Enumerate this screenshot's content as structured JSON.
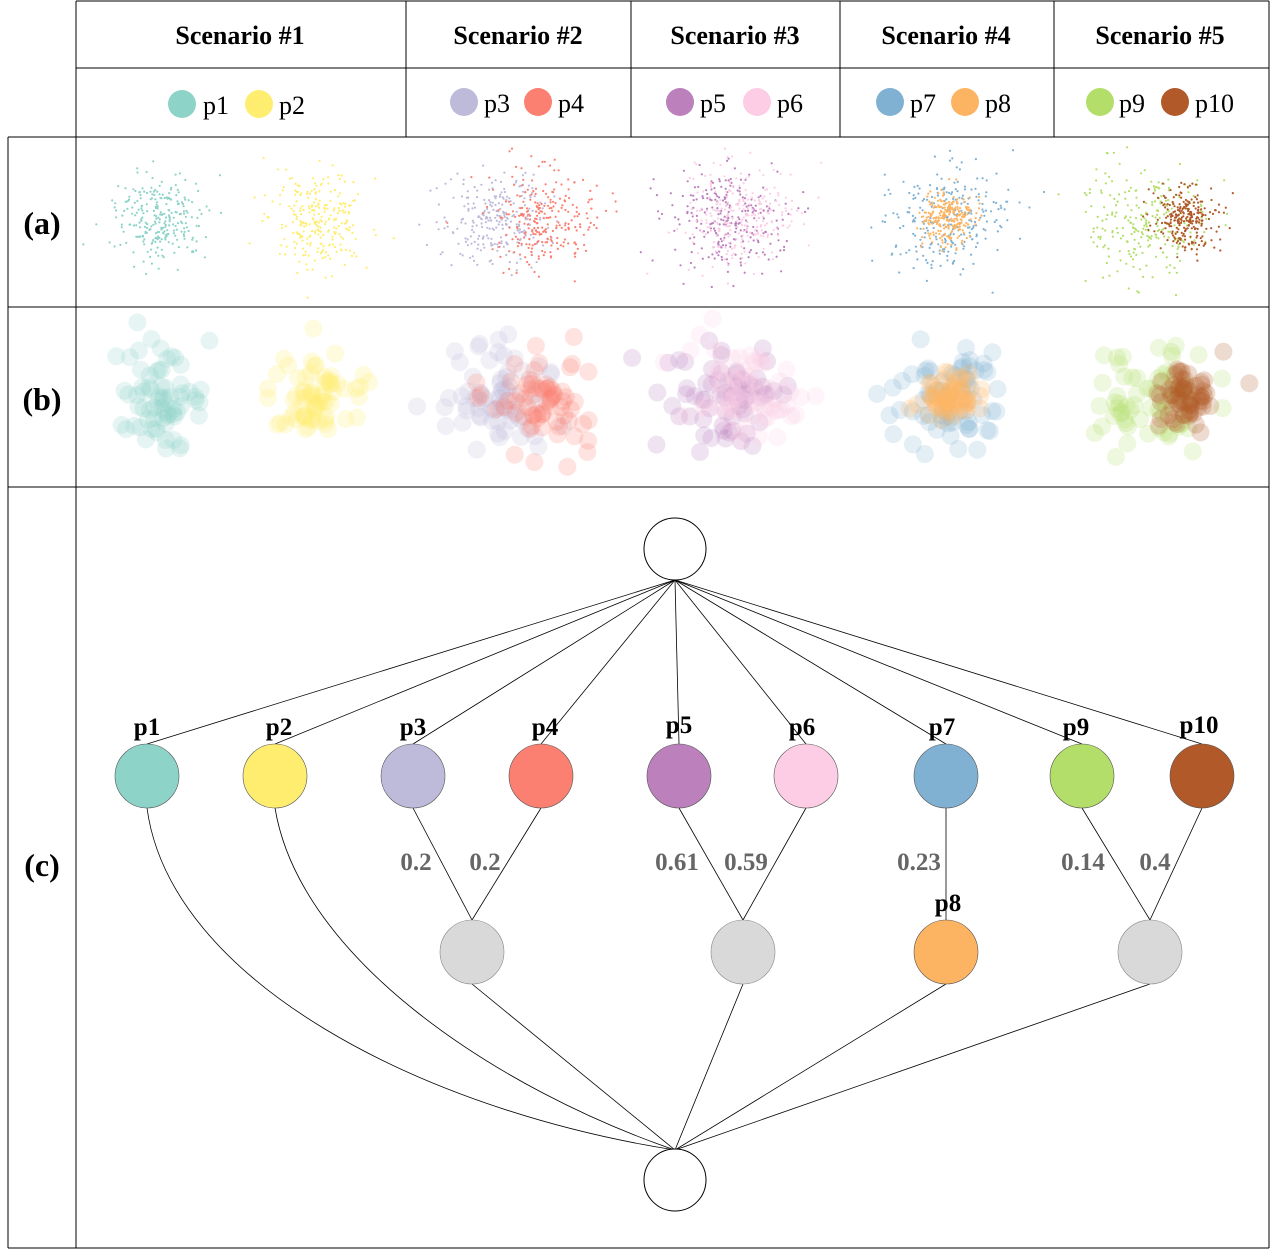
{
  "scenarios": [
    {
      "title": "Scenario #1",
      "legend": [
        {
          "label": "p1",
          "color": "#8dd3c7"
        },
        {
          "label": "p2",
          "color": "#ffed6f"
        }
      ]
    },
    {
      "title": "Scenario #2",
      "legend": [
        {
          "label": "p3",
          "color": "#bebada"
        },
        {
          "label": "p4",
          "color": "#fb8072"
        }
      ]
    },
    {
      "title": "Scenario #3",
      "legend": [
        {
          "label": "p5",
          "color": "#bc80bd"
        },
        {
          "label": "p6",
          "color": "#fccde5"
        }
      ]
    },
    {
      "title": "Scenario #4",
      "legend": [
        {
          "label": "p7",
          "color": "#80b1d3"
        },
        {
          "label": "p8",
          "color": "#fdb462"
        }
      ]
    },
    {
      "title": "Scenario #5",
      "legend": [
        {
          "label": "p9",
          "color": "#b3de69"
        },
        {
          "label": "p10",
          "color": "#b15928"
        }
      ]
    }
  ],
  "rows": {
    "a": "(a)",
    "b": "(b)",
    "c": "(c)"
  },
  "graph": {
    "nodes": [
      {
        "id": "p1",
        "label": "p1",
        "color": "#8dd3c7"
      },
      {
        "id": "p2",
        "label": "p2",
        "color": "#ffed6f"
      },
      {
        "id": "p3",
        "label": "p3",
        "color": "#bebada"
      },
      {
        "id": "p4",
        "label": "p4",
        "color": "#fb8072"
      },
      {
        "id": "p5",
        "label": "p5",
        "color": "#bc80bd"
      },
      {
        "id": "p6",
        "label": "p6",
        "color": "#fccde5"
      },
      {
        "id": "p7",
        "label": "p7",
        "color": "#80b1d3"
      },
      {
        "id": "p9",
        "label": "p9",
        "color": "#b3de69"
      },
      {
        "id": "p10",
        "label": "p10",
        "color": "#b15928"
      },
      {
        "id": "p8",
        "label": "p8",
        "color": "#fdb462"
      }
    ],
    "merge_color": "#d9d9d9",
    "weights": {
      "p3": "0.2",
      "p4": "0.2",
      "p5": "0.61",
      "p6": "0.59",
      "p7": "0.23",
      "p9": "0.14",
      "p10": "0.4"
    }
  }
}
